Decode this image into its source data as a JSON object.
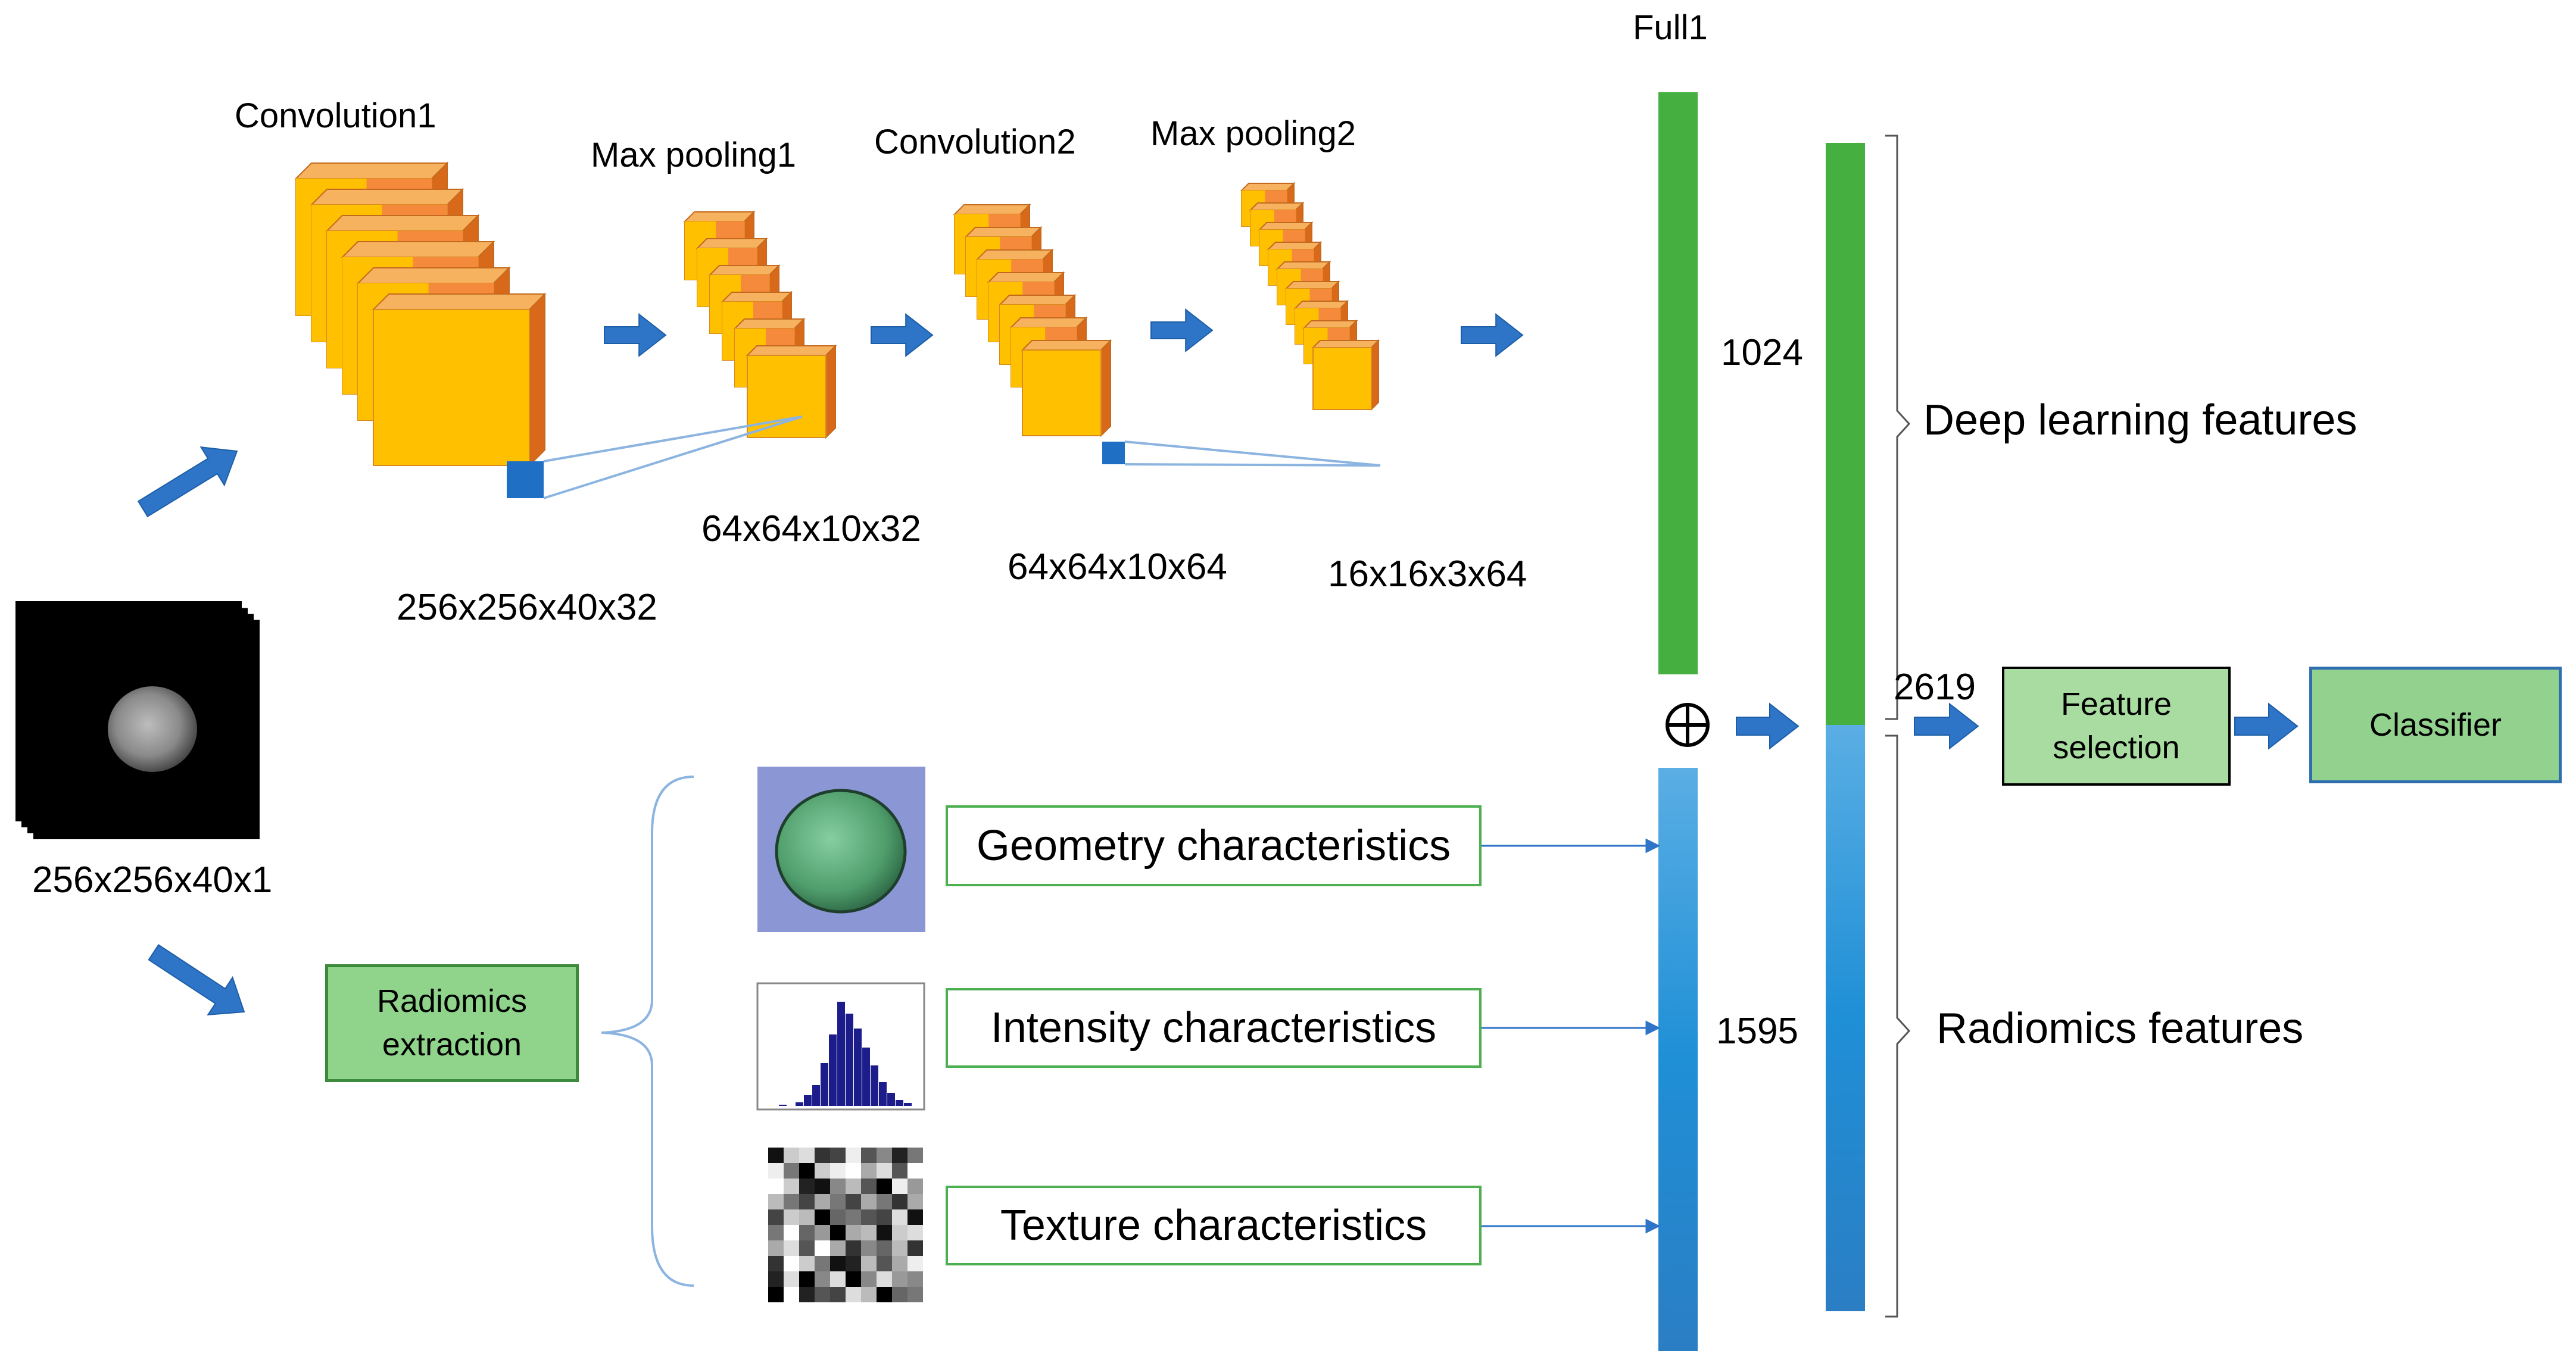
{
  "layers": {
    "conv1": "Convolution1",
    "pool1": "Max pooling1",
    "conv2": "Convolution2",
    "pool2": "Max pooling2",
    "full1": "Full1"
  },
  "dims": {
    "input": "256x256x40x1",
    "conv1": "256x256x40x32",
    "pool1": "64x64x10x32",
    "conv2": "64x64x10x64",
    "pool2": "16x16x3x64"
  },
  "vector_sizes": {
    "deep": "1024",
    "radiomics": "1595",
    "combined": "2619"
  },
  "concat_symbol": "⊕",
  "radiomics_box": {
    "line1": "Radiomics",
    "line2": "extraction"
  },
  "characteristics": {
    "geometry": "Geometry characteristics",
    "intensity": "Intensity characteristics",
    "texture": "Texture characteristics"
  },
  "feature_groups": {
    "deep": "Deep learning features",
    "radiomics": "Radiomics features"
  },
  "feature_selection": {
    "line1": "Feature",
    "line2": "selection"
  },
  "classifier": "Classifier",
  "colors": {
    "cube_front": "#ffc000",
    "cube_back": "#f58a3c",
    "arrow": "#2e75c8",
    "deep_bar": "#45b03f",
    "radiomics_bar": "#3a9ad9",
    "box_green": "#8fd48a"
  }
}
